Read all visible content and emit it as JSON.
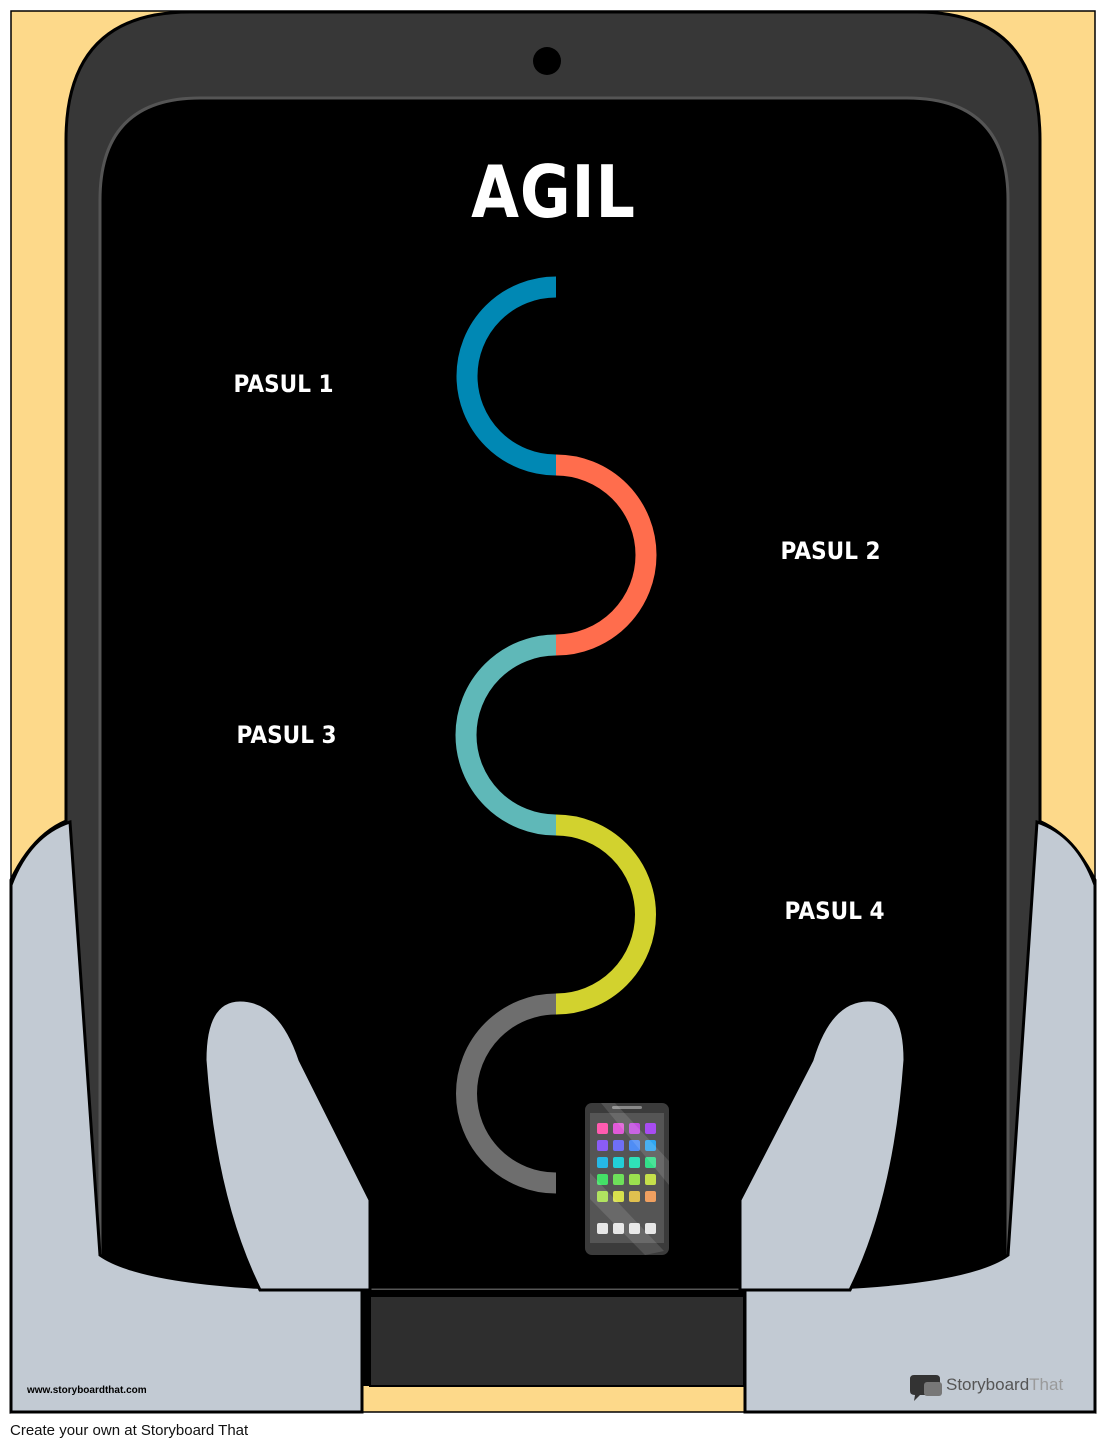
{
  "title": "AGIL",
  "steps": [
    {
      "label": "PASUL 1",
      "color": "#0088b4"
    },
    {
      "label": "PASUL 2",
      "color": "#ff6d4d"
    },
    {
      "label": "PASUL 3",
      "color": "#5fb8b8"
    },
    {
      "label": "PASUL 4",
      "color": "#d2d22e"
    },
    {
      "label": "",
      "color": "#6e6e6e"
    }
  ],
  "colors": {
    "background": "#fdd98a",
    "tablet_frame": "#373737",
    "screen": "#000000",
    "hands": "#c2cad3"
  },
  "icons": [
    "phone-icon",
    "storyboardthat-logo-icon"
  ],
  "watermark": {
    "url": "www.storyboardthat.com",
    "brand_main": "Storyboard",
    "brand_suffix": "That"
  },
  "footer_text": "Create your own at Storyboard That"
}
